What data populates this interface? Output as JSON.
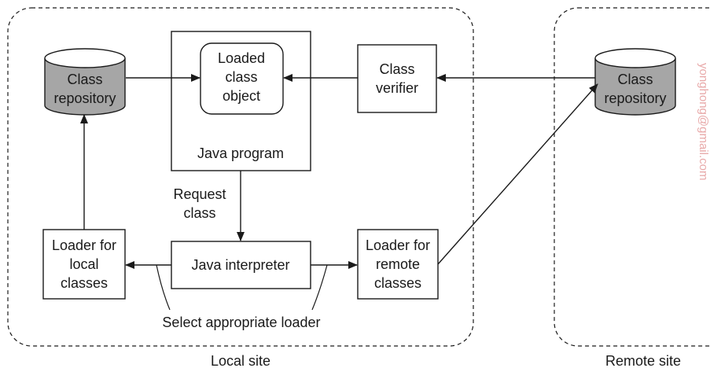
{
  "regions": {
    "local_site": "Local site",
    "remote_site": "Remote site"
  },
  "nodes": {
    "local_repository": [
      "Class",
      "repository"
    ],
    "loaded_class_object": [
      "Loaded",
      "class",
      "object"
    ],
    "java_program": "Java program",
    "class_verifier": [
      "Class",
      "verifier"
    ],
    "remote_repository": [
      "Class",
      "repository"
    ],
    "java_interpreter": "Java interpreter",
    "local_loader": [
      "Loader for",
      "local",
      "classes"
    ],
    "remote_loader": [
      "Loader for",
      "remote",
      "classes"
    ]
  },
  "annotations": {
    "request_class": [
      "Request",
      "class"
    ],
    "select_loader": "Select appropriate loader"
  },
  "watermark": "yonghong@gmail.com",
  "colors": {
    "ink": "#1a1a1a",
    "cylinder_fill": "#a6a6a6",
    "cylinder_top": "#ffffff",
    "watermark": "#e8a9a9"
  }
}
